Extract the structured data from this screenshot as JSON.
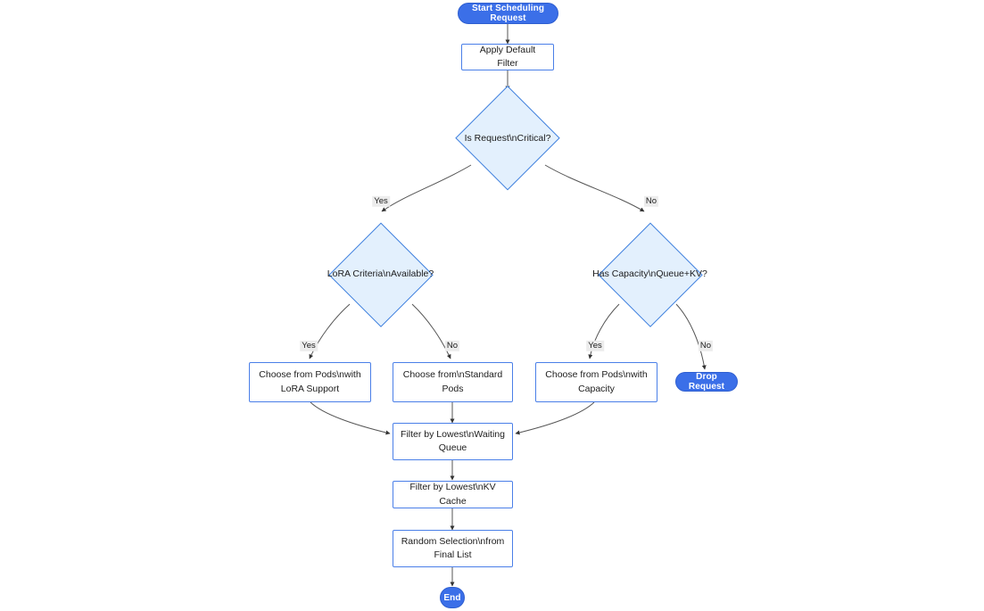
{
  "diagram": {
    "type": "flowchart",
    "title": "Start Scheduling Request",
    "background": "#ffffff",
    "colors": {
      "terminal_fill": "#3b6fe8",
      "terminal_text": "#ffffff",
      "process_fill": "#ffffff",
      "process_border": "#4a7fe8",
      "decision_fill": "#e3f0fd",
      "decision_border": "#3b7ddd",
      "edge_stroke": "#555555",
      "edge_label_bg": "#ececec",
      "text": "#1c1c1c"
    },
    "nodes": [
      {
        "id": "start",
        "shape": "stadium",
        "label": "Start Scheduling Request"
      },
      {
        "id": "default",
        "shape": "rect",
        "label": "Apply Default Filter"
      },
      {
        "id": "critical",
        "shape": "diamond",
        "label": "Is Request\\nCritical?"
      },
      {
        "id": "lora",
        "shape": "diamond",
        "label": "LoRA Criteria\\nAvailable?"
      },
      {
        "id": "capacity",
        "shape": "diamond",
        "label": "Has Capacity\\nQueue+KV?"
      },
      {
        "id": "podslora",
        "shape": "rect",
        "label_line1": "Choose from Pods\\nwith",
        "label_line2": "LoRA Support"
      },
      {
        "id": "podsstd",
        "shape": "rect",
        "label_line1": "Choose from\\nStandard",
        "label_line2": "Pods"
      },
      {
        "id": "podscap",
        "shape": "rect",
        "label_line1": "Choose from Pods\\nwith",
        "label_line2": "Capacity"
      },
      {
        "id": "drop",
        "shape": "stadium",
        "label": "Drop Request"
      },
      {
        "id": "queuefilter",
        "shape": "rect",
        "label_line1": "Filter by Lowest\\nWaiting",
        "label_line2": "Queue"
      },
      {
        "id": "kvfilter",
        "shape": "rect",
        "label": "Filter by Lowest\\nKV Cache"
      },
      {
        "id": "random",
        "shape": "rect",
        "label_line1": "Random Selection\\nfrom",
        "label_line2": "Final List"
      },
      {
        "id": "end",
        "shape": "stadium",
        "label": "End"
      }
    ],
    "edge_labels": {
      "critical_yes": "Yes",
      "critical_no": "No",
      "lora_yes": "Yes",
      "lora_no": "No",
      "capacity_yes": "Yes",
      "capacity_no": "No"
    }
  }
}
